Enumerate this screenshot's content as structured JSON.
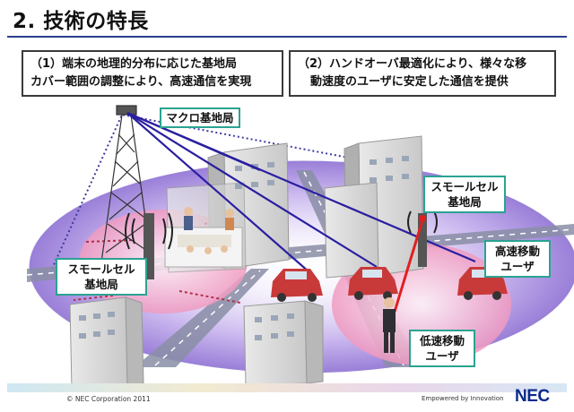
{
  "slide": {
    "title": "2. 技術の特長",
    "points": [
      {
        "lines": [
          "（1）端末の地理的分布に応じた基地局",
          "カバー範囲の調整により、高速通信を実現"
        ]
      },
      {
        "lines": [
          "（2）ハンドオーバ最適化により、様々な移",
          "動速度のユーザに安定した通信を提供"
        ]
      }
    ],
    "labels": {
      "macro_station": "マクロ基地局",
      "small_cell_left_l1": "スモールセル",
      "small_cell_left_l2": "基地局",
      "small_cell_right_l1": "スモールセル",
      "small_cell_right_l2": "基地局",
      "high_speed_user_l1": "高速移動",
      "high_speed_user_l2": "ユーザ",
      "low_speed_user_l1": "低速移動",
      "low_speed_user_l2": "ユーザ"
    },
    "colors": {
      "title_rule": "#2c3e8c",
      "tag_border": "#2aa391",
      "macro_area": "#b8a2e8",
      "small_cell_area": "#f2aecb",
      "link_line": "#2a1ea0",
      "low_speed_link": "#e02020",
      "car": "#c83a3a"
    }
  },
  "footer": {
    "copyright": "© NEC Corporation 2011",
    "powered": "Empowered by Innovation",
    "logo": "NEC"
  }
}
